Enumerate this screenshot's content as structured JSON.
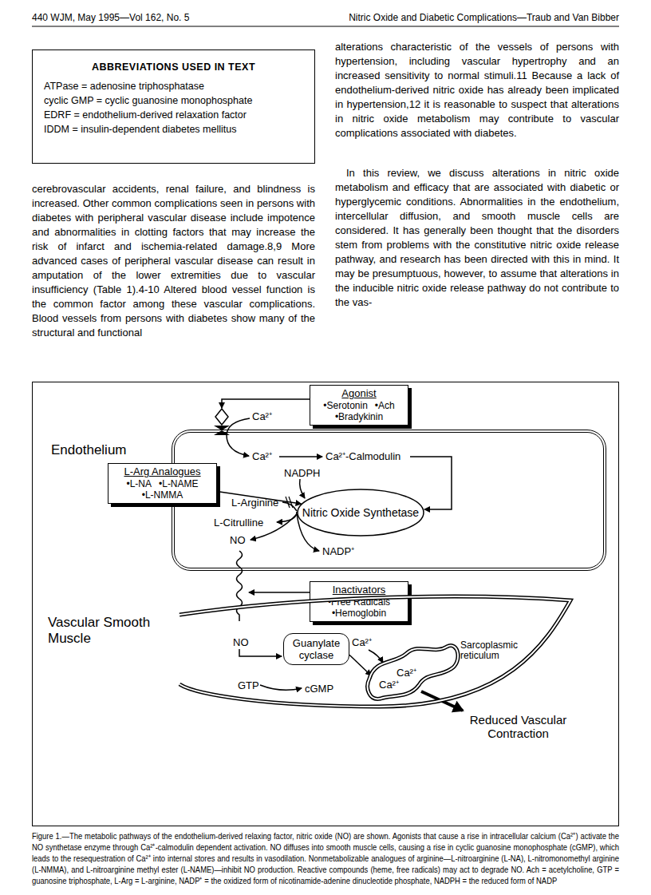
{
  "diagram": {
    "caption": "Figure 1.—The metabolic pathways of the endothelium-derived relaxing factor, nitric oxide (NO) are shown. Agonists that cause a rise in intracellular calcium (Ca²⁺) activate the NO synthetase enzyme through Ca²⁺-calmodulin dependent activation. NO diffuses into smooth muscle cells, causing a rise in cyclic guanosine monophosphate (cGMP), which leads to the resequestration of Ca²⁺ into internal stores and results in vasodilation. Nonmetabolizable analogues of arginine—L-nitroarginine (L-NA), L-nitromonomethyl arginine (L-NMMA), and L-nitroarginine methyl ester (L-NAME)—inhibit NO production. Reactive compounds (heme, free radicals) may act to degrade NO. Ach = acetylcholine, GTP = guanosine triphosphate, L-Arg = L-arginine, NADP⁺ = the oxidized form of nicotinamide-adenine dinucleotide phosphate, NADPH = the reduced form of NADP",
    "nodes": [
      {
        "text": [
          "ABBREVIATIONS USED IN TEXT",
          "ATPase = adenosine triphosphatase",
          "cyclic GMP = cyclic guanosine monophosphate",
          "EDRF = endothelium-derived relaxation factor",
          "IDDM = insulin-dependent diabetes mellitus"
        ]
      },
      {
        "text": [
          "Agonist",
          "•Serotonin",
          "•Ach",
          "•Bradykinin"
        ]
      },
      {
        "text": [
          "Endothelium"
        ]
      },
      {
        "text": [
          "L-Arg Analogues",
          "•L-NA",
          "•L-NAME",
          "•L-NMMA"
        ]
      },
      {
        "text": [
          "Nitric Oxide Synthetase"
        ],
        "in": 2
      },
      {
        "text": [
          "Inactivators",
          "•Free Radicals",
          "•Hemoglobin"
        ]
      },
      {
        "text": [
          "Vascular Smooth Muscle"
        ]
      },
      {
        "text": [
          "Guanylate cyclase"
        ],
        "in": 6
      },
      {
        "text": [
          "Sarcoplasmic reticulum"
        ],
        "in": 6
      }
    ],
    "edges": [
      {
        "from": 3,
        "to": 4,
        "arrow": "to"
      },
      {
        "from": 7,
        "to": 8,
        "arrow": "to"
      }
    ],
    "labels": [
      "440 WJM, May 1995—Vol 162, No. 5",
      "Nitric Oxide and Diabetic Complications—Traub and Van Bibber",
      "cerebrovascular accidents, renal failure, and blindness is increased. Other common complications seen in persons with diabetes with peripheral vascular disease include impotence and abnormalities in clotting factors that may increase the risk of infarct and ischemia-related damage.8,9 More advanced cases of peripheral vascular disease can result in amputation of the lower extremities due to vascular insufficiency (Table 1).4-10 Altered blood vessel function is the common factor among these vascular complications. Blood vessels from persons with diabetes show many of the structural and functional",
      "alterations characteristic of the vessels of persons with hypertension, including vascular hypertrophy and an increased sensitivity to normal stimuli.11 Because a lack of endothelium-derived nitric oxide has already been implicated in hypertension,12 it is reasonable to suspect that alterations in nitric oxide metabolism may contribute to vascular complications associated with diabetes.",
      "In this review, we discuss alterations in nitric oxide metabolism and efficacy that are associated with diabetic or hyperglycemic conditions. Abnormalities in the endothelium, intercellular diffusion, and smooth muscle cells are considered. It has generally been thought that the disorders stem from problems with the constitutive nitric oxide release pathway, and research has been directed with this in mind. It may be presumptuous, however, to assume that alterations in the inducible nitric oxide release pathway do not contribute to the vas-",
      "Ca²⁺",
      "Ca²⁺",
      "Ca²⁺-Calmodulin",
      "NADPH",
      "L-Arginine",
      "L-Citrulline",
      "NO",
      "NADP⁺",
      "NO",
      "Ca²⁺",
      "GTP",
      "cGMP",
      "Ca²⁺",
      "Ca²⁺",
      "Reduced Vascular Contraction"
    ]
  }
}
